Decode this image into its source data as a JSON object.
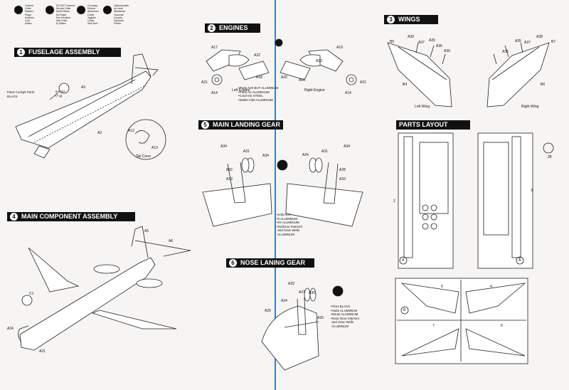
{
  "legend": [
    {
      "icon": "cement-icon",
      "text": "Cement\nColler\nPlakken\nPegar\nIncollare\nCola\nKlistra"
    },
    {
      "icon": "do-not-cement-icon",
      "text": "DO NOT Cement\nNe pas Coller\nNicht Kleben\nNo Pegar\nNon Incollare\nNao Colar\nEj Klistra"
    },
    {
      "icon": "cut-off-icon",
      "text": "Cut away\nEnlever\nAbtrennen\nCortar\nTagliare\nCortar\nSkar Bort"
    },
    {
      "icon": "optional-icon",
      "text": "Optional parts\nAu choix\nWahlweise\nOpcional\nA scelta\nOpcional\nFrivilla"
    }
  ],
  "sections": {
    "fuselage": {
      "num": "1",
      "title": "FUSELAGE ASSEMBLY"
    },
    "engines": {
      "num": "2",
      "title": "ENGINES"
    },
    "wings": {
      "num": "3",
      "title": "WINGS"
    },
    "main_component": {
      "num": "4",
      "title": "MAIN COMPONENT ASSEMBLY"
    },
    "main_gear": {
      "num": "5",
      "title": "MAIN LANDING GEAR"
    },
    "nose_gear": {
      "num": "6",
      "title": "NOSE LANING GEAR"
    },
    "parts_layout": {
      "title": "PARTS LAYOUT DIAGRAM"
    }
  },
  "labels": {
    "fuselage": {
      "cockpit": "Paint Cockpit Parts\nBLACK",
      "weight": "5-6 Oz.\n(? g)",
      "a2": "A2",
      "a3": "A3",
      "a12": "A12",
      "a13": "A13",
      "tail_cone": "Tail Cone"
    },
    "engines": {
      "a17": "A17",
      "a22": "A22",
      "a18": "A18",
      "a21l": "A21",
      "a14l": "A14",
      "a19": "A19",
      "a23": "A23",
      "a20": "A20",
      "a16": "A16",
      "a21r": "A21",
      "a14r": "A14",
      "left": "Left Engine",
      "right": "Right Engine",
      "note": "•Parts A20 BUT ALUMINUM\n•Parts A2 ALUMINUM\n•Cowl Intr STEEL\n•Intake Inlet ALUMINUM"
    },
    "wings": {
      "b5l": "B5",
      "a39": "A39",
      "a37l": "A37",
      "a35l": "A35",
      "a36l": "A36",
      "a30": "A30",
      "b4": "B4",
      "a38": "A38",
      "a37r": "A37",
      "a35r": "A35",
      "a36r": "A36",
      "b7": "B7",
      "b6": "B6",
      "left": "Left Wing",
      "right": "Right Wing"
    },
    "main_gear": {
      "a34l": "A34",
      "a31l": "A31",
      "a34l2": "A34",
      "a32": "A32",
      "a33l": "A33",
      "a24": "A24",
      "a31r": "A31",
      "a34r": "A34",
      "a28": "A28",
      "a33r": "A33",
      "note": "•a BLACK\n•h ALUMINUM\n•r/s ALUMINUM\n•Ge/Door Interiors\n and Gear Wells\n ALUMINUM"
    },
    "nose_gear": {
      "a29": "A29",
      "a27": "A27",
      "a24": "A24",
      "a30": "A30",
      "a26": "A26",
      "a25": "A25",
      "note": "•Tires BLACK\n•Hubs ALUMINUM\n•Struts ALUMINUM\n•Gear Door Interiors\n and Gear Wells\n ALUMINUM"
    },
    "main": {
      "a5": "A5",
      "a6": "A6",
      "c1": "C1",
      "a24": "A24",
      "a21": "A21"
    },
    "layout": {
      "spr_a1": "A",
      "spr_a2": "A",
      "spr_b": "B",
      "side1": "2",
      "side2": "3",
      "p1": "5",
      "p2": "4",
      "p3": "7",
      "p4": "6",
      "p5": "28"
    }
  }
}
